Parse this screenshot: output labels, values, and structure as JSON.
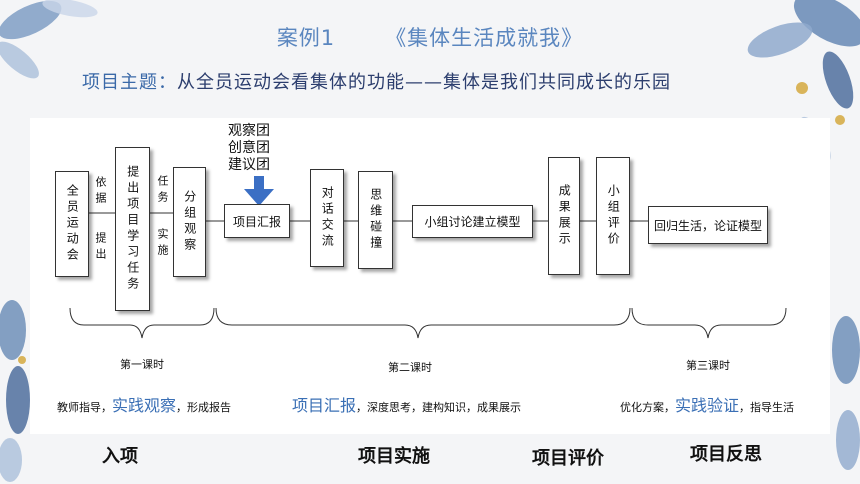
{
  "title": {
    "case": "案例1",
    "name": "《集体生活成就我》"
  },
  "subtitle": {
    "label": "项目主题：",
    "text": "从全员运动会看集体的功能——集体是我们共同成长的乐园"
  },
  "groups": [
    "观察团",
    "创意团",
    "建议团"
  ],
  "flow": {
    "box1": "全员运动会",
    "box2": "提出项目学习任务",
    "box3": "分组观察",
    "box4": "项目汇报",
    "box5": "对话交流",
    "box6": "思维碰撞",
    "box7": "小组讨论建立模型",
    "box8": "成果展示",
    "box9": "小组评价",
    "box10": "回归生活，论证模型"
  },
  "connectors": {
    "a": "依据",
    "b": "提出",
    "c": "任务",
    "d": "实施"
  },
  "lessons": {
    "first": "第一课时",
    "second": "第二课时",
    "third": "第三课时"
  },
  "captions": {
    "first": {
      "pre": "教师指导，",
      "highlight": "实践观察",
      "post": "，形成报告"
    },
    "second": {
      "highlight": "项目汇报",
      "post": "，深度思考，建构知识，成果展示"
    },
    "third": {
      "pre": "优化方案，",
      "highlight": "实践验证",
      "post": "，指导生活"
    }
  },
  "phases": [
    "入项",
    "项目实施",
    "项目评价",
    "项目反思"
  ],
  "colors": {
    "title": "#5a86bf",
    "highlight": "#3a6fb5",
    "arrow": "#3b6fc4",
    "leaf": "#6f8fb8"
  }
}
